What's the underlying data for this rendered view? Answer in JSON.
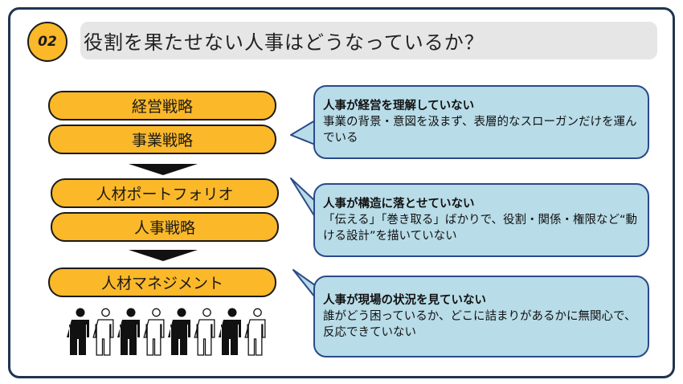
{
  "header": {
    "number": "02",
    "title": "役割を果たせない人事はどうなっているか？"
  },
  "flow": [
    "経営戦略",
    "事業戦略",
    "人材ポートフォリオ",
    "人事戦略",
    "人材マネジメント"
  ],
  "callouts": [
    {
      "heading": "人事が経営を理解していない",
      "body": "事業の背景・意図を汲まず、表層的なスローガンだけを運んでいる"
    },
    {
      "heading": "人事が構造に落とせていない",
      "body": "「伝える」「巻き取る」ばかりで、役割・関係・権限など“動ける設計”を描いていない"
    },
    {
      "heading": "人事が現場の状況を見ていない",
      "body": "誰がどう困っているか、どこに詰まりがあるかに無関心で、反応できていない"
    }
  ],
  "colors": {
    "accent": "#fbb829",
    "callout": "#b8dce8",
    "frame": "#1f3550"
  }
}
